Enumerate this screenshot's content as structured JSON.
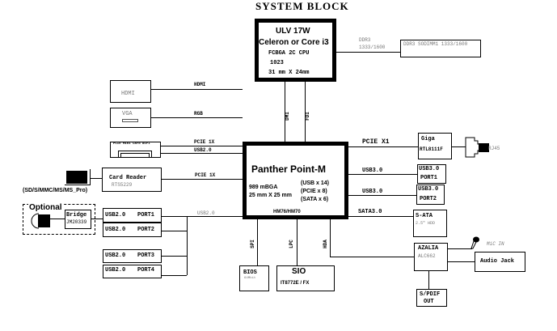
{
  "title": "SYSTEM BLOCK",
  "cpu": {
    "line1": "ULV 17W",
    "line2": "Celeron or Core i3",
    "line3": "FCBGA 2C CPU",
    "line4": "1023",
    "line5": "31 mm X 24mm"
  },
  "memory": {
    "bus_label_1": "DDR3",
    "bus_label_2": "1333/1600",
    "box_label": "DDR3 SODIMM1 1333/1600"
  },
  "cpu_links": {
    "dmi": "DMI",
    "fdi": "FDI"
  },
  "hdmi": {
    "box_label": "HDMI",
    "bus_label": "HDMI"
  },
  "vga": {
    "box_label": "VGA",
    "bus_label": "RGB"
  },
  "wifi": {
    "box_label": "PCIE Mini Card WIFI",
    "bus_label_1": "PCIE 1X",
    "bus_label_2": "USB2.0"
  },
  "card_reader": {
    "box_label": "Card Reader",
    "chip": "RTS5229",
    "bus_label": "PCIE 1X",
    "formats": "(SD/S/MMC/MS/MS_Pro)"
  },
  "optional": {
    "label": "Optional",
    "bridge_label": "Bridge",
    "bridge_chip": "JM20339"
  },
  "usb2": {
    "bus_label": "USB2.0",
    "ports": [
      {
        "type": "USB2.0",
        "port": "PORT1"
      },
      {
        "type": "USB2.0",
        "port": "PORT2"
      },
      {
        "type": "USB2.0",
        "port": "PORT3"
      },
      {
        "type": "USB2.0",
        "port": "PORT4"
      }
    ]
  },
  "pch": {
    "name": "Panther Point-M",
    "pkg_1": "989 mBGA",
    "pkg_2": "25 mm X 25 mm",
    "feat_1": "(USB x 14)",
    "feat_2": "(PCIE x 8)",
    "feat_3": "(SATA x 6)",
    "model": "HM76/HM70"
  },
  "lan": {
    "bus_label": "PCIE X1",
    "box_label": "Giga",
    "chip": "RTL8111F",
    "connector": "RJ45"
  },
  "usb3": {
    "ports": [
      {
        "bus_label": "USB3.0",
        "type": "USB3.0",
        "port": "PORT1"
      },
      {
        "bus_label": "USB3.0",
        "type": "USB3.0",
        "port": "PORT2"
      }
    ]
  },
  "sata": {
    "bus_label": "SATA3.0",
    "box_label": "S-ATA",
    "sub": "2.5\" HDD"
  },
  "audio": {
    "box_label": "AZALIA",
    "chip": "ALC662",
    "mic": "MiC IN",
    "jack": "Audio Jack",
    "spdif_1": "S/PDIF",
    "spdif_2": "OUT"
  },
  "bottom_links": {
    "spi": "SPI",
    "lpc": "LPC",
    "hda": "HDA"
  },
  "bios": {
    "label": "BIOS",
    "size": "64Mbit"
  },
  "sio": {
    "label": "SIO",
    "chip": "IT8772E / FX"
  }
}
